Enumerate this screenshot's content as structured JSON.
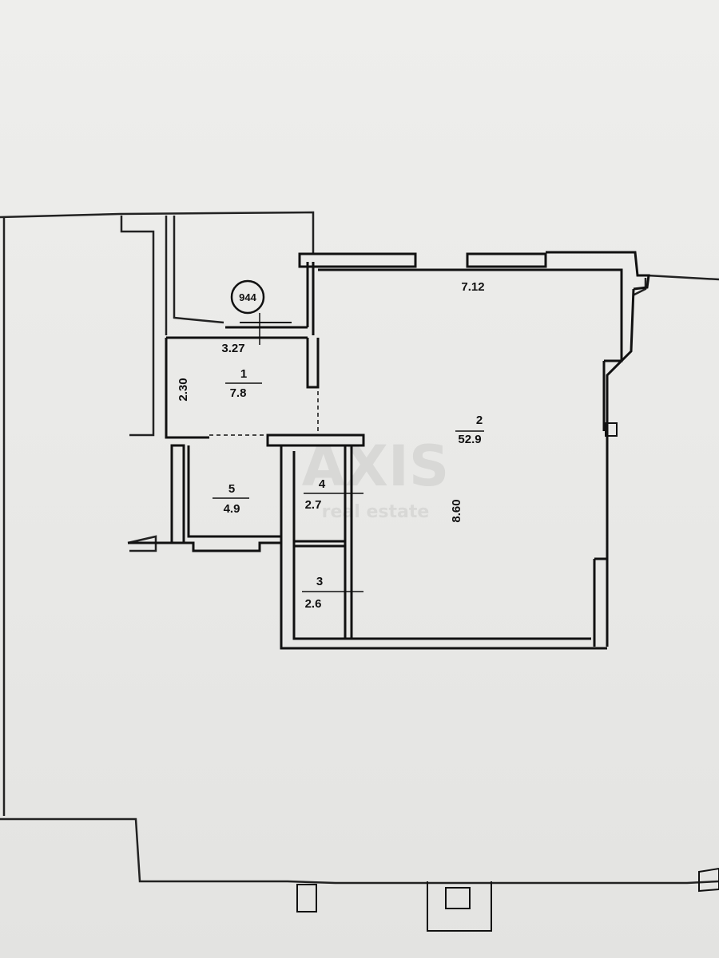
{
  "plan": {
    "apartment_number": "944",
    "rooms": [
      {
        "number": "1",
        "area": "7.8"
      },
      {
        "number": "2",
        "area": "52.9"
      },
      {
        "number": "3",
        "area": "2.6"
      },
      {
        "number": "4",
        "area": "2.7"
      },
      {
        "number": "5",
        "area": "4.9"
      }
    ],
    "dimensions": {
      "room1_width": "3.27",
      "room1_depth": "2.30",
      "room2_width": "7.12",
      "room2_depth": "8.60"
    },
    "watermark": {
      "brand": "AXIS",
      "sub": "real estate"
    }
  }
}
